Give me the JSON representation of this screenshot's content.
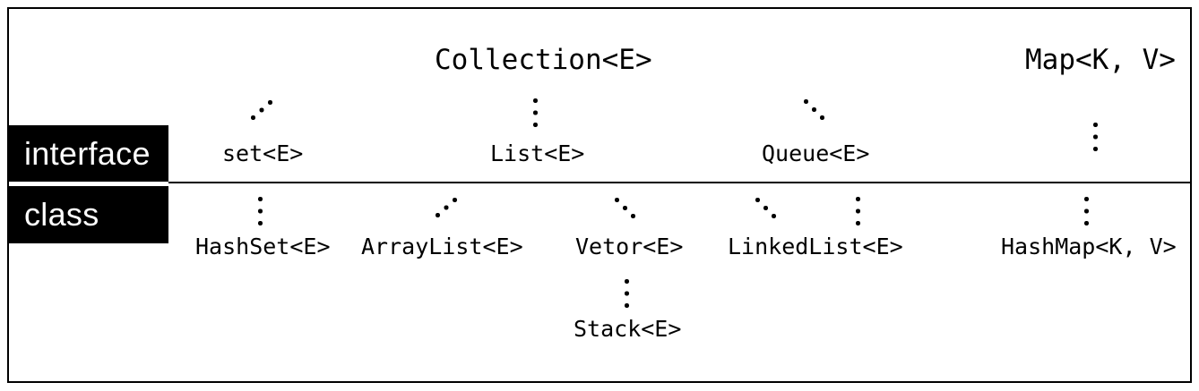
{
  "diagram": {
    "row_labels": {
      "interface": "interface",
      "class": "class"
    },
    "nodes": {
      "collection": "Collection<E>",
      "map": "Map<K, V>",
      "set": "set<E>",
      "list": "List<E>",
      "queue": "Queue<E>",
      "hashset": "HashSet<E>",
      "arraylist": "ArrayList<E>",
      "vetor": "Vetor<E>",
      "linkedlist": "LinkedList<E>",
      "hashmap": "HashMap<K, V>",
      "stack": "Stack<E>"
    },
    "edges": [
      {
        "from": "Collection<E>",
        "to": "set<E>",
        "style": "dotted"
      },
      {
        "from": "Collection<E>",
        "to": "List<E>",
        "style": "dotted"
      },
      {
        "from": "Collection<E>",
        "to": "Queue<E>",
        "style": "dotted"
      },
      {
        "from": "Map<K, V>",
        "to": "HashMap<K, V>",
        "style": "dotted"
      },
      {
        "from": "set<E>",
        "to": "HashSet<E>",
        "style": "dotted"
      },
      {
        "from": "List<E>",
        "to": "ArrayList<E>",
        "style": "dotted"
      },
      {
        "from": "List<E>",
        "to": "Vetor<E>",
        "style": "dotted"
      },
      {
        "from": "List<E>",
        "to": "LinkedList<E>",
        "style": "dotted"
      },
      {
        "from": "Queue<E>",
        "to": "LinkedList<E>",
        "style": "dotted"
      },
      {
        "from": "Vetor<E>",
        "to": "Stack<E>",
        "style": "dotted"
      }
    ],
    "colors": {
      "background": "#ffffff",
      "border": "#000000",
      "text": "#000000",
      "label_bg": "#000000",
      "label_text": "#ffffff"
    }
  }
}
